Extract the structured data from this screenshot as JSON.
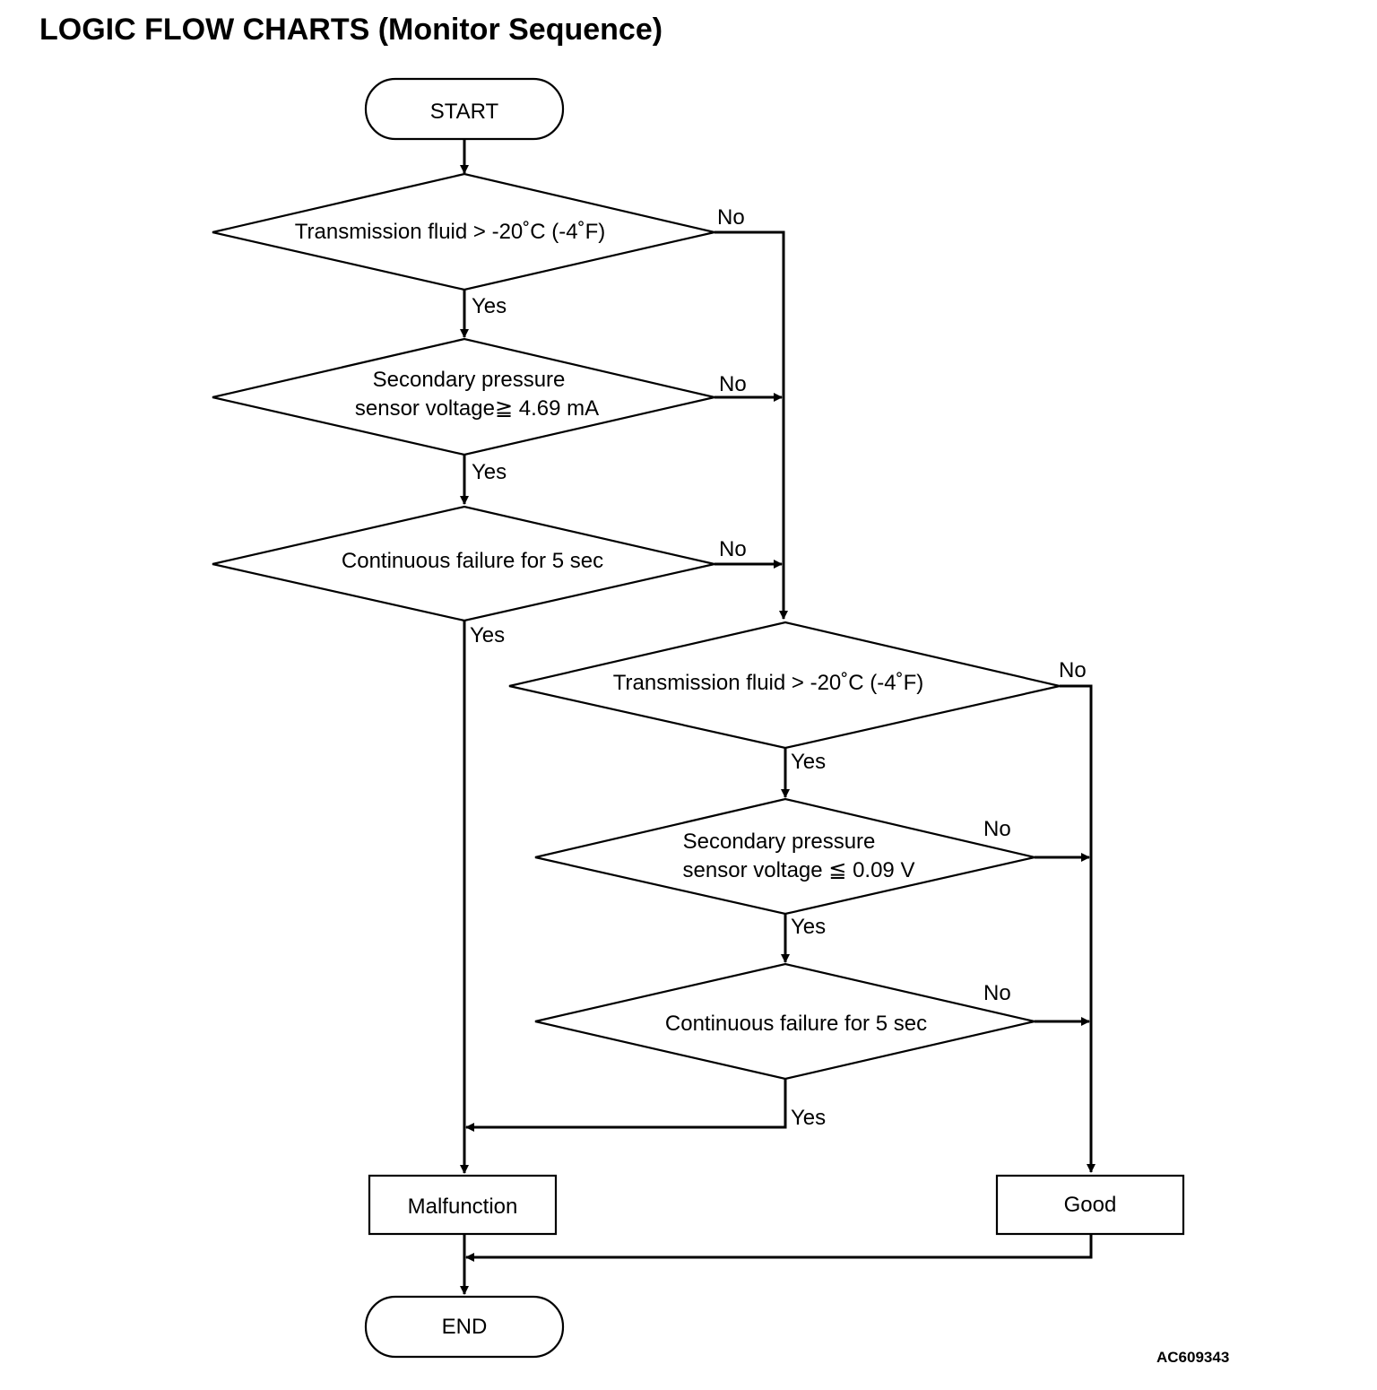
{
  "title": "LOGIC FLOW CHARTS (Monitor Sequence)",
  "start": "START",
  "end": "END",
  "decisions": {
    "d1": "Transmission fluid > -20˚C (-4˚F)",
    "d2_line1": "Secondary pressure",
    "d2_line2": "sensor voltage≧ 4.69 mA",
    "d3": "Continuous failure for 5 sec",
    "d4": "Transmission fluid > -20˚C (-4˚F)",
    "d5_line1": "Secondary pressure",
    "d5_line2": "sensor voltage ≦ 0.09 V",
    "d6": "Continuous failure for 5 sec"
  },
  "outcomes": {
    "malfunction": "Malfunction",
    "good": "Good"
  },
  "branch_labels": {
    "yes": "Yes",
    "no": "No"
  },
  "figure_code": "AC609343"
}
